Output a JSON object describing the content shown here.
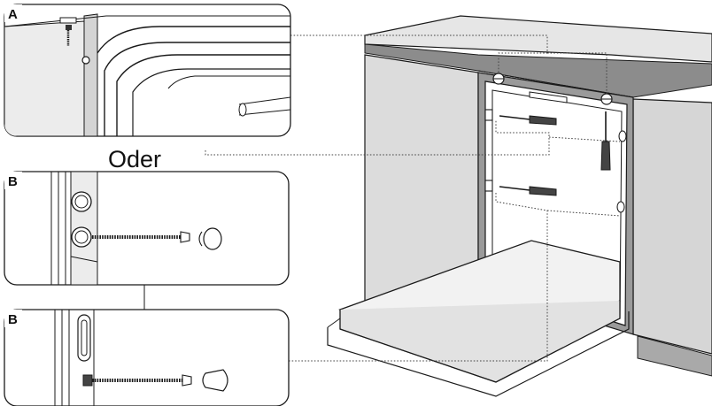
{
  "panels": {
    "top": {
      "label": "A"
    },
    "middle": {
      "label": "B"
    },
    "bottom": {
      "label": "B"
    }
  },
  "separator_text": "Oder",
  "colors": {
    "stroke": "#1a1a1a",
    "cabinet_fill": "#d9d9d9",
    "cabinet_dark": "#bdbdbd",
    "countertop": "#c8c8c8",
    "door_fill": "#f2f2f2",
    "plinth": "#a8a8a8",
    "leader_line": "#444444"
  }
}
